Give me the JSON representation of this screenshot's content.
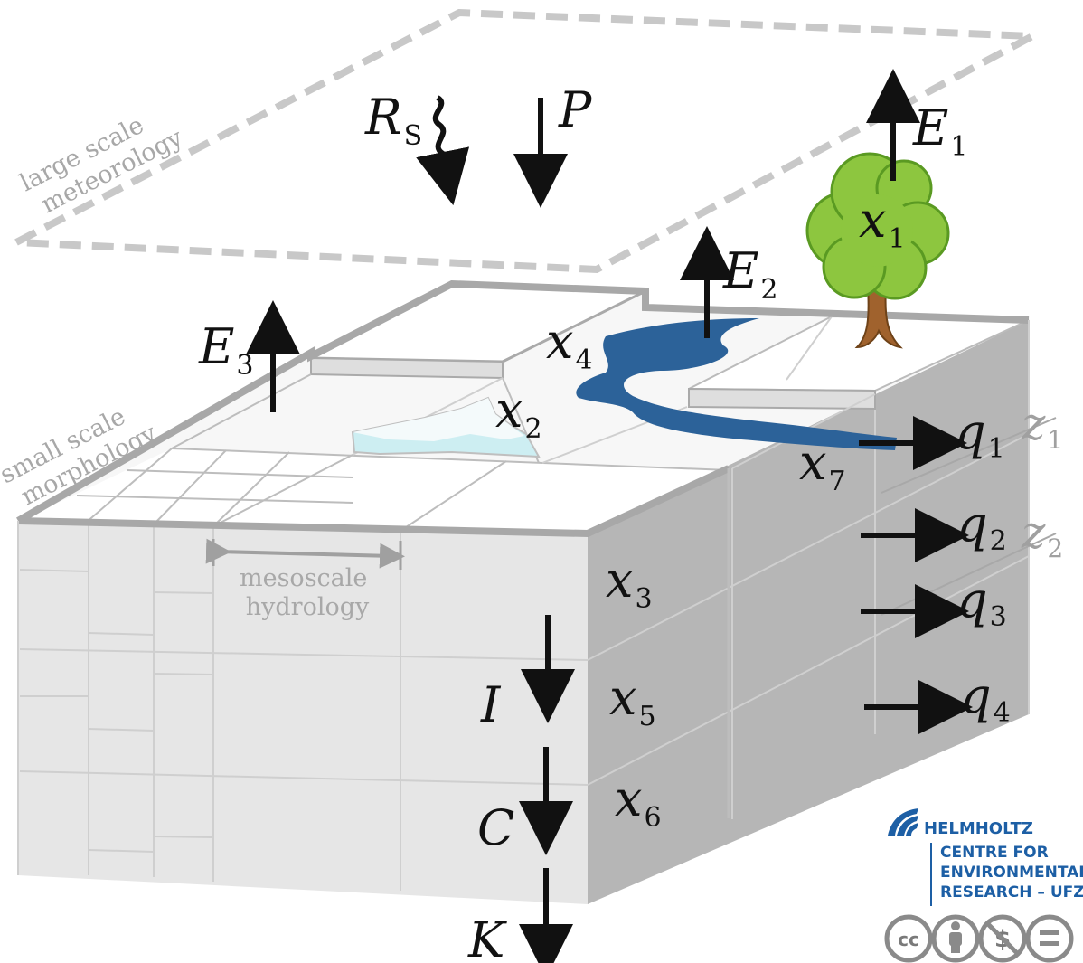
{
  "meteorology": {
    "line1": "large scale",
    "line2": "meteorology"
  },
  "morphology": {
    "line1": "small scale",
    "line2": "morphology"
  },
  "hydrology": {
    "line1": "mesoscale",
    "line2": "hydrology"
  },
  "fluxes": {
    "Rs": {
      "main": "R",
      "sub": "S"
    },
    "P": {
      "main": "P"
    },
    "E1": {
      "main": "E",
      "sub": "1"
    },
    "E2": {
      "main": "E",
      "sub": "2"
    },
    "E3": {
      "main": "E",
      "sub": "3"
    },
    "I": {
      "main": "I"
    },
    "C": {
      "main": "C"
    },
    "K": {
      "main": "K"
    },
    "q1": {
      "main": "q",
      "sub": "1"
    },
    "q2": {
      "main": "q",
      "sub": "2"
    },
    "q3": {
      "main": "q",
      "sub": "3"
    },
    "q4": {
      "main": "q",
      "sub": "4"
    }
  },
  "states": {
    "x1": {
      "main": "x",
      "sub": "1"
    },
    "x2": {
      "main": "x",
      "sub": "2"
    },
    "x3": {
      "main": "x",
      "sub": "3"
    },
    "x4": {
      "main": "x",
      "sub": "4"
    },
    "x5": {
      "main": "x",
      "sub": "5"
    },
    "x6": {
      "main": "x",
      "sub": "6"
    },
    "x7": {
      "main": "x",
      "sub": "7"
    }
  },
  "depths": {
    "z1": {
      "main": "z",
      "sub": "1"
    },
    "z2": {
      "main": "z",
      "sub": "2"
    }
  },
  "logo": {
    "name": "HELMHOLTZ",
    "line1": "CENTRE FOR",
    "line2": "ENVIRONMENTAL",
    "line3": "RESEARCH – UFZ",
    "color": "#1d5fa5"
  },
  "license": {
    "badge": "cc",
    "icons": [
      "cc-icon",
      "by-person-icon",
      "non-commercial-icon",
      "no-derivatives-icon"
    ]
  },
  "colors": {
    "river": "#2c6299",
    "snow": "#cdeef2",
    "tree_leaves": "#8dc63f",
    "tree_trunk": "#a0622d",
    "side_face": "#b5b5b5",
    "front_face": "#e6e6e6"
  }
}
